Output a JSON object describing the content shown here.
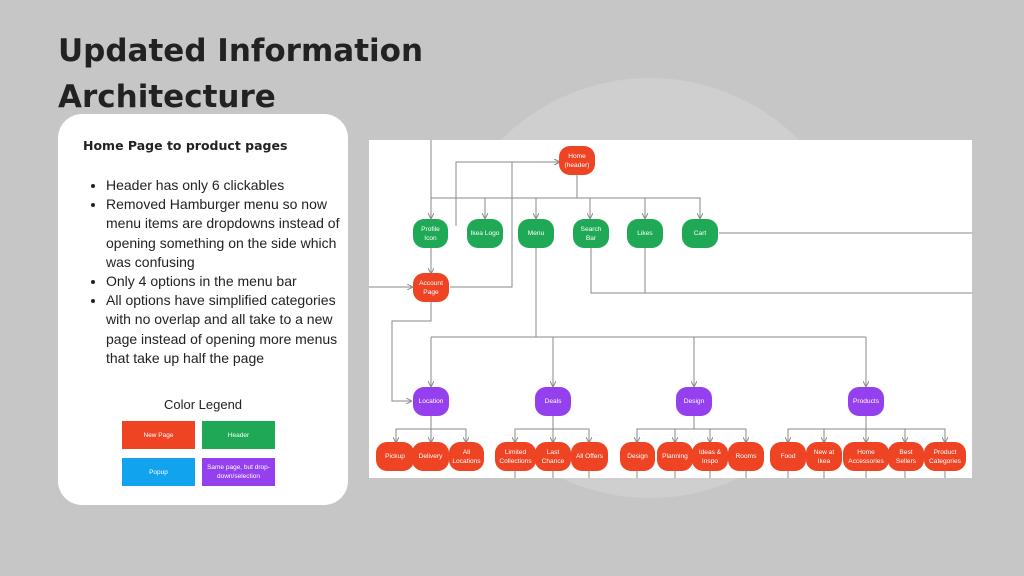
{
  "title": {
    "line1": "Updated Information",
    "line2": "Architecture"
  },
  "card": {
    "heading": "Home Page to product pages",
    "bullets": [
      "Header has only 6 clickables",
      "Removed Hamburger menu so now menu items are dropdowns instead of opening something on the side which was confusing",
      "Only 4 options in the menu bar",
      "All options have simplified categories with no overlap and all take to a new page instead of opening more menus that take up half the page"
    ],
    "legend": {
      "title": "Color Legend",
      "items": [
        {
          "label": "New Page",
          "color": "#ee4424"
        },
        {
          "label": "Header",
          "color": "#1fa855"
        },
        {
          "label": "Popup",
          "color": "#12a3ee"
        },
        {
          "label": "Same page, but drop-down/selection",
          "color": "#9440ef"
        }
      ]
    }
  },
  "diagram": {
    "home": "Home (header)",
    "header_items": [
      "Profile Icon",
      "Ikea Logo",
      "Menu",
      "Search Bar",
      "Likes",
      "Cart"
    ],
    "account_page": "Account Page",
    "menu_options": [
      "Location",
      "Deals",
      "Design",
      "Products"
    ],
    "location_children": [
      "Pickup",
      "Delivery",
      "All Locations"
    ],
    "deals_children": [
      "Limited Collections",
      "Last Chance",
      "All Offers"
    ],
    "design_children": [
      "Design",
      "Planning",
      "Ideas & Inspo",
      "Rooms"
    ],
    "products_children": [
      "Food",
      "New at Ikea",
      "Home Accessories",
      "Best Sellers",
      "Product Categories"
    ]
  }
}
